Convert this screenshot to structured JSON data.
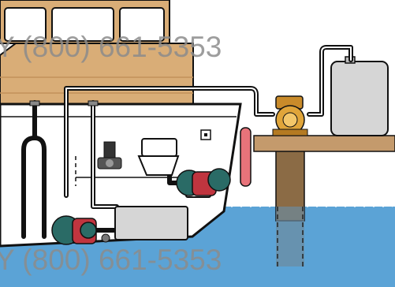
{
  "watermark": {
    "top_text": "Y (800) 661-5353",
    "bottom_text": "Y (800) 661-5353"
  },
  "colors": {
    "sky": "#ffffff",
    "water": "#5ba3d6",
    "hull": "#ffffff",
    "cabin": "#d9ad77",
    "dock_wood": "#c49a6c",
    "dock_post": "#8b6b45",
    "pipe": "#111111",
    "pump_teal": "#2a6b66",
    "pump_red": "#c0353f",
    "dock_pump_gold": "#e0a53a",
    "tank_gray": "#d6d6d6",
    "fender_red": "#e8737a"
  },
  "components": {
    "holding_tank": "holding-tank",
    "toilet": "toilet",
    "macerator_pumps": [
      "pump-lower-left",
      "pump-right"
    ],
    "dock_pump": "dock-pump",
    "shore_tank": "shore-tank"
  }
}
